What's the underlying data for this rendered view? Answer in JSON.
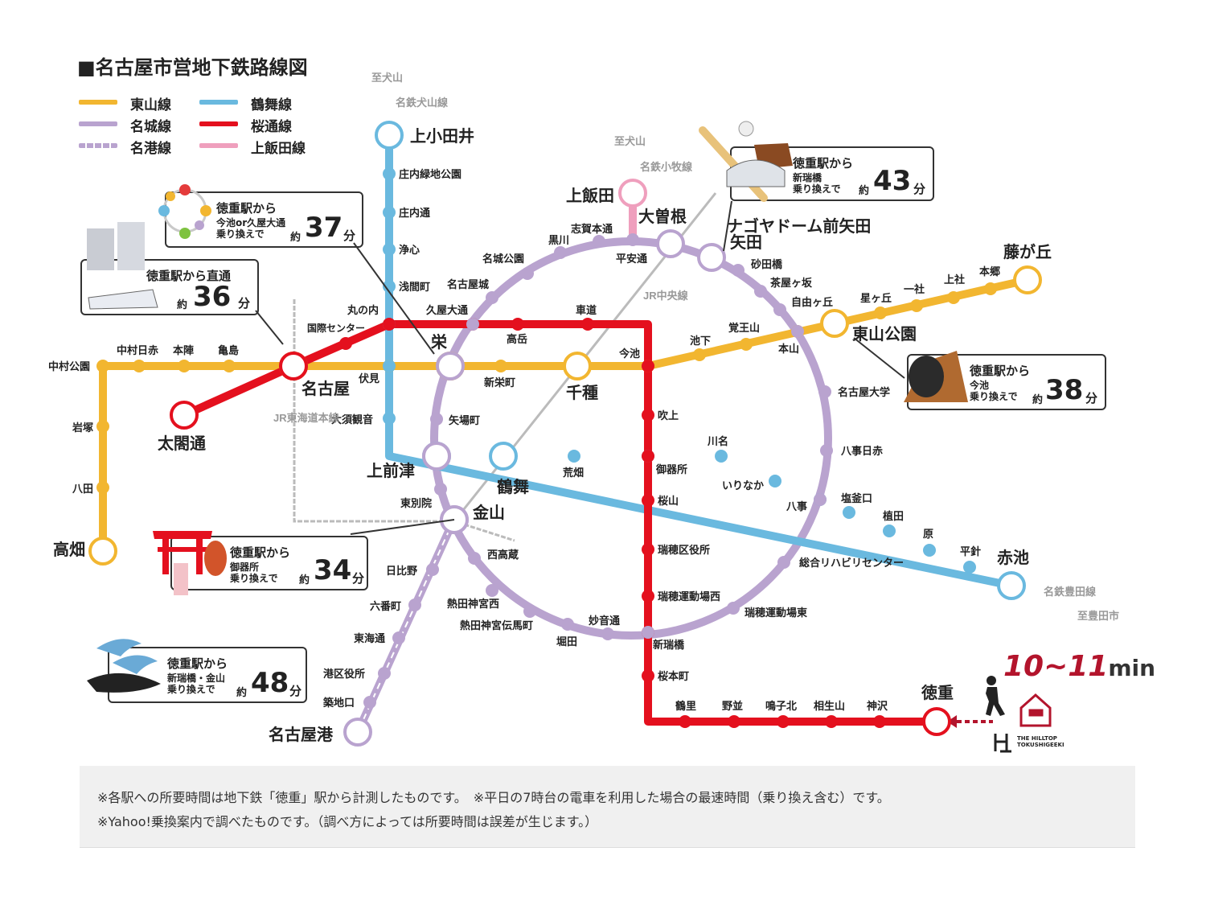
{
  "title": "■名古屋市営地下鉄路線図",
  "legend": [
    {
      "label": "東山線",
      "color": "#f2b630"
    },
    {
      "label": "名城線",
      "color": "#b9a3cf"
    },
    {
      "label": "名港線",
      "color": "#b9a3cf"
    },
    {
      "label": "鶴舞線",
      "color": "#6ab9df"
    },
    {
      "label": "桜通線",
      "color": "#e4101e"
    },
    {
      "label": "上飯田線",
      "color": "#ef9fbd"
    }
  ],
  "colors": {
    "higashiyama": "#f2b630",
    "meijo": "#b9a3cf",
    "tsurumai": "#6ab9df",
    "sakuradori": "#e4101e",
    "kamiiida": "#ef9fbd",
    "jr": "#bbbbbb"
  },
  "stations": {
    "higashiyama": [
      "中村公園",
      "中村日赤",
      "本陣",
      "亀島",
      "名古屋",
      "伏見",
      "栄",
      "新栄町",
      "千種",
      "今池",
      "池下",
      "覚王山",
      "本山",
      "東山公園",
      "星ヶ丘",
      "一社",
      "上社",
      "本郷",
      "藤が丘",
      "岩塚",
      "八田",
      "高畑"
    ],
    "tsurumai": [
      "上小田井",
      "庄内緑地公園",
      "庄内通",
      "浄心",
      "浅間町",
      "丸の内",
      "伏見",
      "大須観音",
      "上前津",
      "鶴舞",
      "荒畑",
      "御器所",
      "川名",
      "いりなか",
      "八事",
      "塩釜口",
      "植田",
      "原",
      "平針",
      "赤池"
    ],
    "sakuradori": [
      "太閤通",
      "名古屋",
      "国際センター",
      "丸の内",
      "久屋大通",
      "高岳",
      "車道",
      "今池",
      "吹上",
      "御器所",
      "桜山",
      "瑞穂区役所",
      "瑞穂運動場西",
      "新瑞橋",
      "桜本町",
      "鶴里",
      "野並",
      "鳴子北",
      "相生山",
      "神沢",
      "徳重"
    ],
    "meijo": [
      "大曽根",
      "平安通",
      "志賀本通",
      "黒川",
      "名城公園",
      "名古屋城",
      "久屋大通",
      "栄",
      "矢場町",
      "上前津",
      "東別院",
      "金山",
      "西高蔵",
      "熱田神宮西",
      "熱田神宮伝馬町",
      "堀田",
      "妙音通",
      "新瑞橋",
      "瑞穂運動場東",
      "総合リハビリセンター",
      "八事",
      "八事日赤",
      "名古屋大学",
      "本山",
      "自由ヶ丘",
      "茶屋ヶ坂",
      "砂田橋",
      "ナゴヤドーム前矢田"
    ],
    "meiko": [
      "金山",
      "日比野",
      "六番町",
      "東海通",
      "港区役所",
      "築地口",
      "名古屋港"
    ],
    "kamiiida": [
      "上飯田",
      "平安通"
    ]
  },
  "external": [
    "至犬山",
    "名鉄犬山線",
    "至犬山",
    "名鉄小牧線",
    "JR中央線",
    "JR東海道本線",
    "名鉄豊田線",
    "至豊田市"
  ],
  "callouts": [
    {
      "from": "徳重駅から",
      "via": "今池or久屋大通\n乗り換えで",
      "about": "約",
      "minutes": "37",
      "unit": "分",
      "image": "ferris-wheel"
    },
    {
      "from": "徳重駅から直通",
      "via": "",
      "about": "約",
      "minutes": "36",
      "unit": "分",
      "image": "station-building"
    },
    {
      "from": "徳重駅から",
      "via": "新瑞橋\n乗り換えで",
      "about": "約",
      "minutes": "43",
      "unit": "分",
      "image": "baseball-dome"
    },
    {
      "from": "徳重駅から",
      "via": "今池\n乗り換えで",
      "about": "約",
      "minutes": "38",
      "unit": "分",
      "image": "gorilla"
    },
    {
      "from": "徳重駅から",
      "via": "御器所\n乗り換えで",
      "about": "約",
      "minutes": "34",
      "unit": "分",
      "image": "torii"
    },
    {
      "from": "徳重駅から",
      "via": "新瑞橋・金山\n乗り換えで",
      "about": "約",
      "minutes": "48",
      "unit": "分",
      "image": "dolphin-orca"
    }
  ],
  "walk": {
    "time": "10~11",
    "unit": "min",
    "brand": "THE HILLTOP\nTOKUSHIGEEKI"
  },
  "notes": [
    "※各駅への所要時間は地下鉄「徳重」駅から計測したものです。　※平日の7時台の電車を利用した場合の最速時間（乗り換え含む）です。",
    "※Yahoo!乗換案内で調べたものです。（調べ方によっては所要時間は誤差が生じます。）"
  ]
}
